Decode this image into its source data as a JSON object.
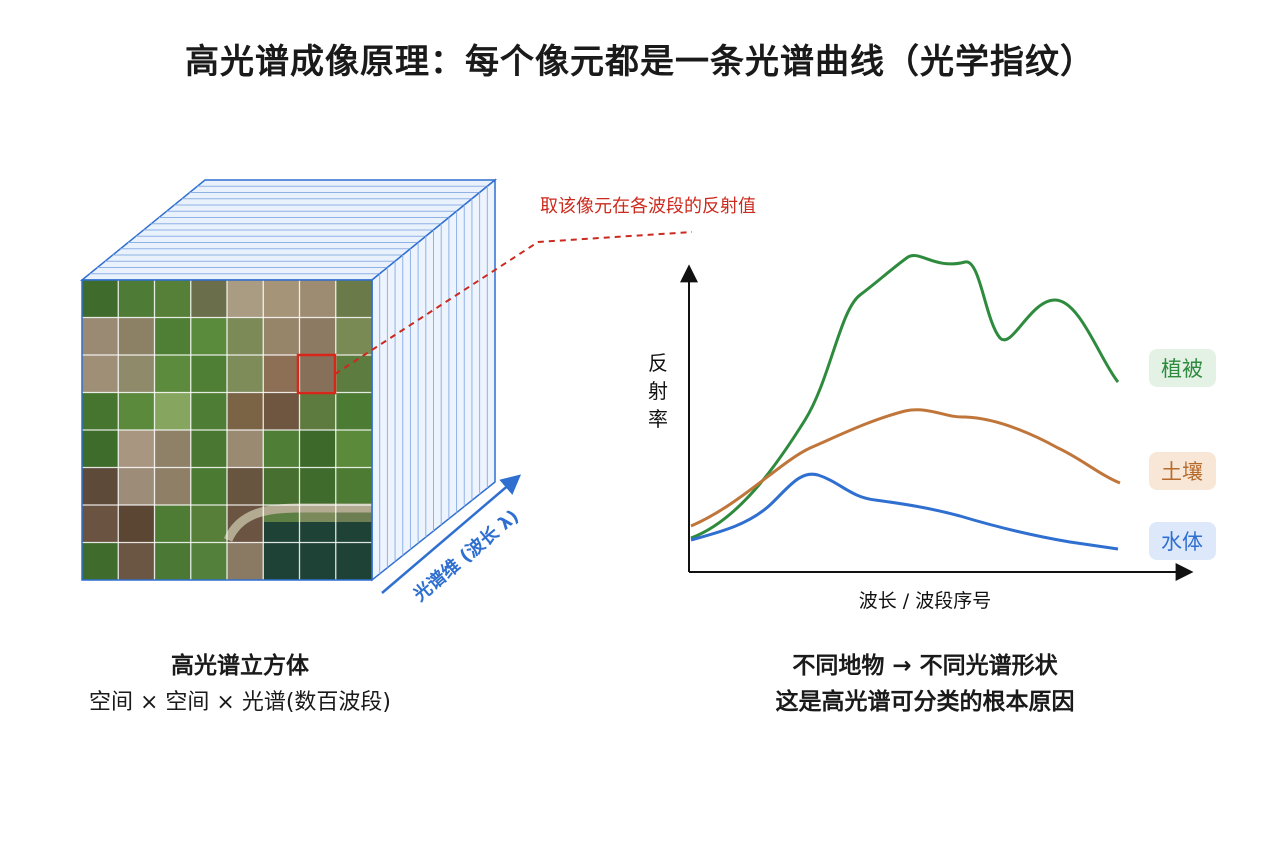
{
  "title": "高光谱成像原理：每个像元都是一条光谱曲线（光学指纹）",
  "callout": "取该像元在各波段的反射值",
  "cube": {
    "axis_label": "光谱维 (波长 λ)",
    "caption_title": "高光谱立方体",
    "caption_sub": "空间 × 空间 × 光谱(数百波段)"
  },
  "chart_data": {
    "type": "line",
    "ylabel": "反射率",
    "xlabel": "波长 / 波段序号",
    "series": [
      {
        "name": "植被",
        "color": "#2e8b3e",
        "label_bg": "#e4f2e6"
      },
      {
        "name": "土壤",
        "color": "#c0763a",
        "label_bg": "#f8e7d6"
      },
      {
        "name": "水体",
        "color": "#2f6fd0",
        "label_bg": "#dde9fb"
      }
    ]
  },
  "chart_caption": {
    "line1": "不同地物 → 不同光谱形状",
    "line2": "这是高光谱可分类的根本原因"
  },
  "colors": {
    "accent": "#2f6fd0",
    "callout": "#cc2a1e"
  }
}
